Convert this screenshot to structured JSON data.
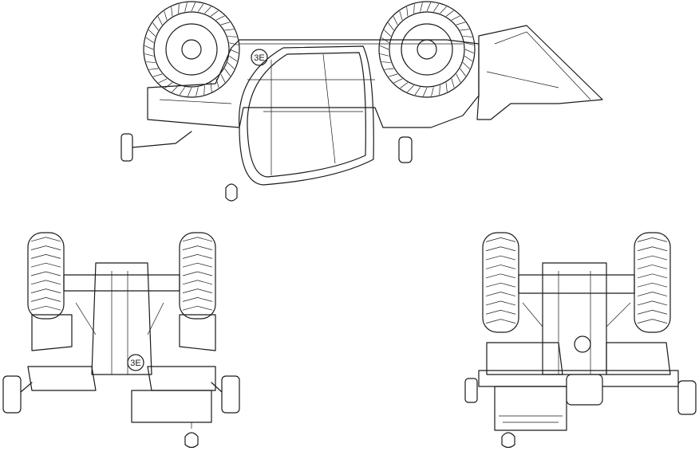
{
  "drawing": {
    "views": [
      {
        "id": "side",
        "name": "side-view"
      },
      {
        "id": "front",
        "name": "front-view"
      },
      {
        "id": "rear",
        "name": "rear-view"
      }
    ],
    "labels": {
      "side_cab_label": "3E",
      "front_label": "3E"
    },
    "colors": {
      "line": "#1a1a1a",
      "background": "#ffffff"
    }
  }
}
